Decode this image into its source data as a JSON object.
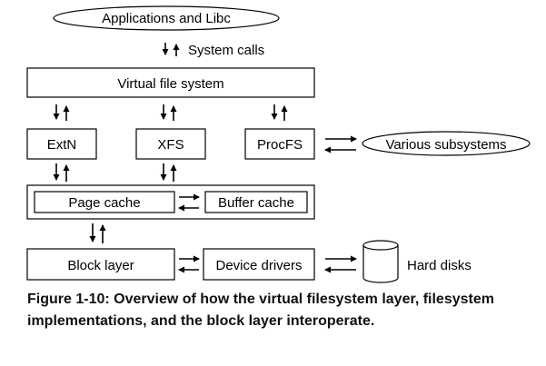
{
  "nodes": {
    "apps": "Applications and Libc",
    "syscalls": "System calls",
    "vfs": "Virtual file system",
    "extn": "ExtN",
    "xfs": "XFS",
    "procfs": "ProcFS",
    "various": "Various subsystems",
    "page_cache": "Page cache",
    "buffer_cache": "Buffer cache",
    "block_layer": "Block layer",
    "device_drivers": "Device drivers",
    "hard_disks": "Hard disks"
  },
  "caption": "Figure 1-10: Overview of how the virtual filesystem layer, filesystem implementations, and the block layer interoperate."
}
